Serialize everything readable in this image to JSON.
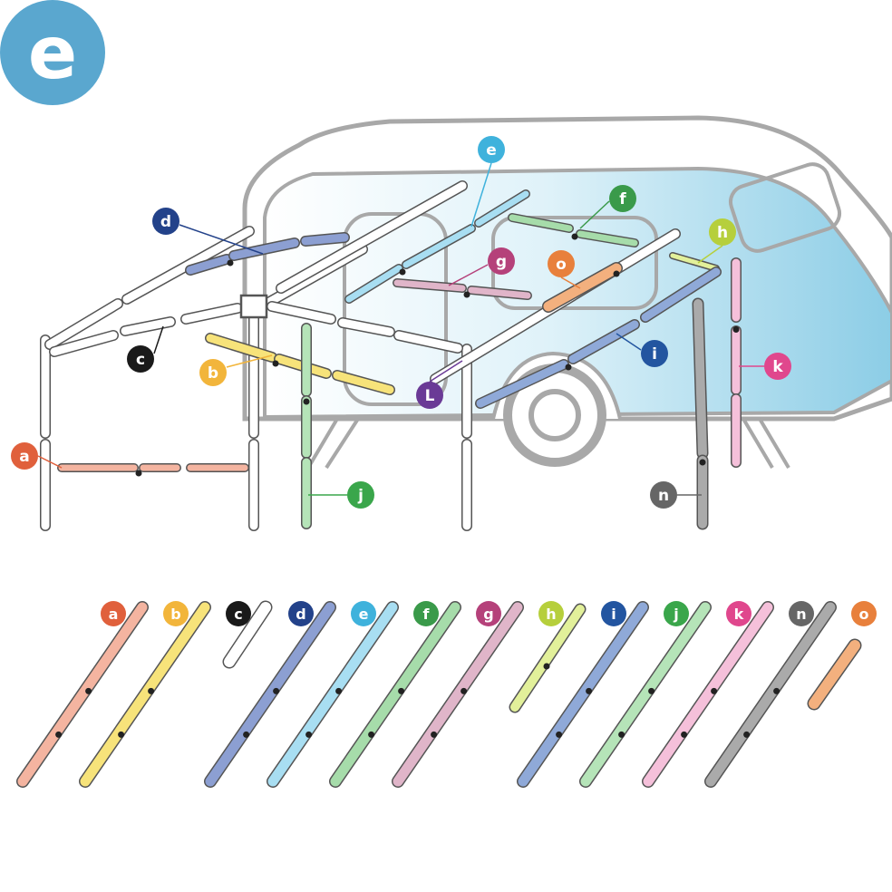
{
  "header_badge": {
    "letter": "e",
    "color": "#5aa7cf"
  },
  "colors": {
    "outline": "#a8a8a8",
    "window_fill": "#bfe3f0",
    "pole": "#555555",
    "pole_fill": "#ffffff"
  },
  "labels": {
    "a": {
      "letter": "a",
      "color": "#e0603c"
    },
    "b": {
      "letter": "b",
      "color": "#f2b53b"
    },
    "c": {
      "letter": "c",
      "color": "#1a1a1a"
    },
    "d": {
      "letter": "d",
      "color": "#23428a"
    },
    "e": {
      "letter": "e",
      "color": "#3fb2dc"
    },
    "f": {
      "letter": "f",
      "color": "#3a9a4a"
    },
    "g": {
      "letter": "g",
      "color": "#b5417a"
    },
    "h": {
      "letter": "h",
      "color": "#b6cf3c"
    },
    "i": {
      "letter": "i",
      "color": "#2355a0"
    },
    "j": {
      "letter": "j",
      "color": "#3aa64b"
    },
    "k": {
      "letter": "k",
      "color": "#e0478d"
    },
    "l": {
      "letter": "L",
      "color": "#6a3a96"
    },
    "n": {
      "letter": "n",
      "color": "#666666"
    },
    "o": {
      "letter": "o",
      "color": "#e8803c"
    }
  },
  "legend": [
    {
      "key": "a",
      "letter": "a",
      "color": "#e0603c",
      "pole": "#f4b4a0",
      "icon": "adjustable-pole-icon"
    },
    {
      "key": "b",
      "letter": "b",
      "color": "#f2b53b",
      "pole": "#f7e37a",
      "icon": "tapered-pole-icon"
    },
    {
      "key": "c",
      "letter": "c",
      "color": "#1a1a1a",
      "pole": "#ffffff",
      "icon": "short-connector-icon"
    },
    {
      "key": "d",
      "letter": "d",
      "color": "#23428a",
      "pole": "#8c9fd2",
      "icon": "bent-rafter-icon"
    },
    {
      "key": "e",
      "letter": "e",
      "color": "#3fb2dc",
      "pole": "#a8def2",
      "icon": "hook-rafter-icon"
    },
    {
      "key": "f",
      "letter": "f",
      "color": "#3a9a4a",
      "pole": "#a6dcaa",
      "icon": "ridge-pole-icon"
    },
    {
      "key": "g",
      "letter": "g",
      "color": "#b5417a",
      "pole": "#e0b5c9",
      "icon": "curved-hook-pole-icon"
    },
    {
      "key": "h",
      "letter": "h",
      "color": "#b6cf3c",
      "pole": "#e2f09a",
      "icon": "short-tension-pole-icon"
    },
    {
      "key": "i",
      "letter": "i",
      "color": "#2355a0",
      "pole": "#8fa9d8",
      "icon": "wall-rafter-icon"
    },
    {
      "key": "j",
      "letter": "j",
      "color": "#3aa64b",
      "pole": "#b5e4b8",
      "icon": "upright-pole-icon"
    },
    {
      "key": "k",
      "letter": "k",
      "color": "#e0478d",
      "pole": "#f5c0da",
      "icon": "pink-upright-pole-icon"
    },
    {
      "key": "n",
      "letter": "n",
      "color": "#666666",
      "pole": "#aaaaaa",
      "icon": "wheel-arch-pole-icon"
    },
    {
      "key": "o",
      "letter": "o",
      "color": "#e8803c",
      "pole": "#f3b07e",
      "icon": "extension-piece-icon"
    }
  ]
}
